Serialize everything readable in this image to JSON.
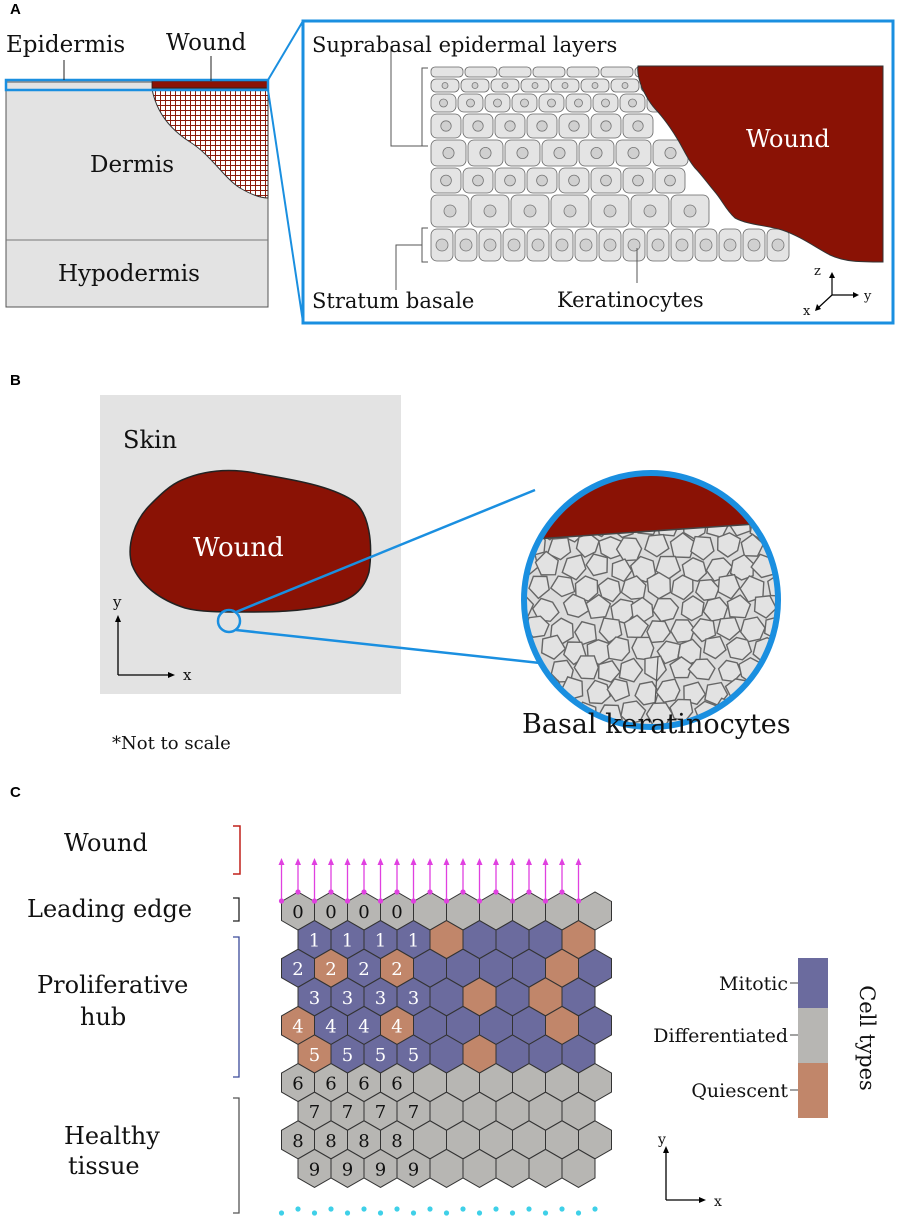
{
  "panels": {
    "a": "A",
    "b": "B",
    "c": "C"
  },
  "panel_a": {
    "epidermis": "Epidermis",
    "wound": "Wound",
    "dermis": "Dermis",
    "hypodermis": "Hypodermis",
    "suprabasal": "Suprabasal epidermal layers",
    "wound_zoom": "Wound",
    "stratum_basale": "Stratum basale",
    "keratinocytes": "Keratinocytes",
    "axis": {
      "z": "z",
      "y": "y",
      "x": "x"
    }
  },
  "panel_b": {
    "skin": "Skin",
    "wound": "Wound",
    "basal": "Basal keratinocytes",
    "note": "*Not to scale",
    "axis": {
      "y": "y",
      "x": "x"
    }
  },
  "panel_c": {
    "labels": {
      "wound": "Wound",
      "leading_edge": "Leading edge",
      "prolif_1": "Proliferative",
      "prolif_2": "hub",
      "healthy_1": "Healthy",
      "healthy_2": "tissue"
    },
    "legend": {
      "title": "Cell types",
      "items": [
        {
          "label": "Mitotic",
          "color": "#6b6b9e"
        },
        {
          "label": "Differentiated",
          "color": "#b7b6b3"
        },
        {
          "label": "Quiescent",
          "color": "#c1866a"
        }
      ]
    },
    "axis": {
      "y": "y",
      "x": "x"
    },
    "grid": {
      "columns": 10,
      "row_numbers": [
        0,
        1,
        2,
        3,
        4,
        5,
        6,
        7,
        8,
        9
      ],
      "rows": [
        "DDDDDDDDDD",
        "MMMMQMMMQ",
        "MQMQMMMMQM",
        "MMMMMQMQM",
        "QMMQMMMMQM",
        "QMMMMQMMM",
        "DDDDDDDDDD",
        "DDDDDDDDD",
        "DDDDDDDDDD",
        "DDDDDDDDD"
      ],
      "labeled_columns": 4,
      "white_text_rows": [
        1,
        2,
        3,
        4,
        5
      ]
    }
  }
}
